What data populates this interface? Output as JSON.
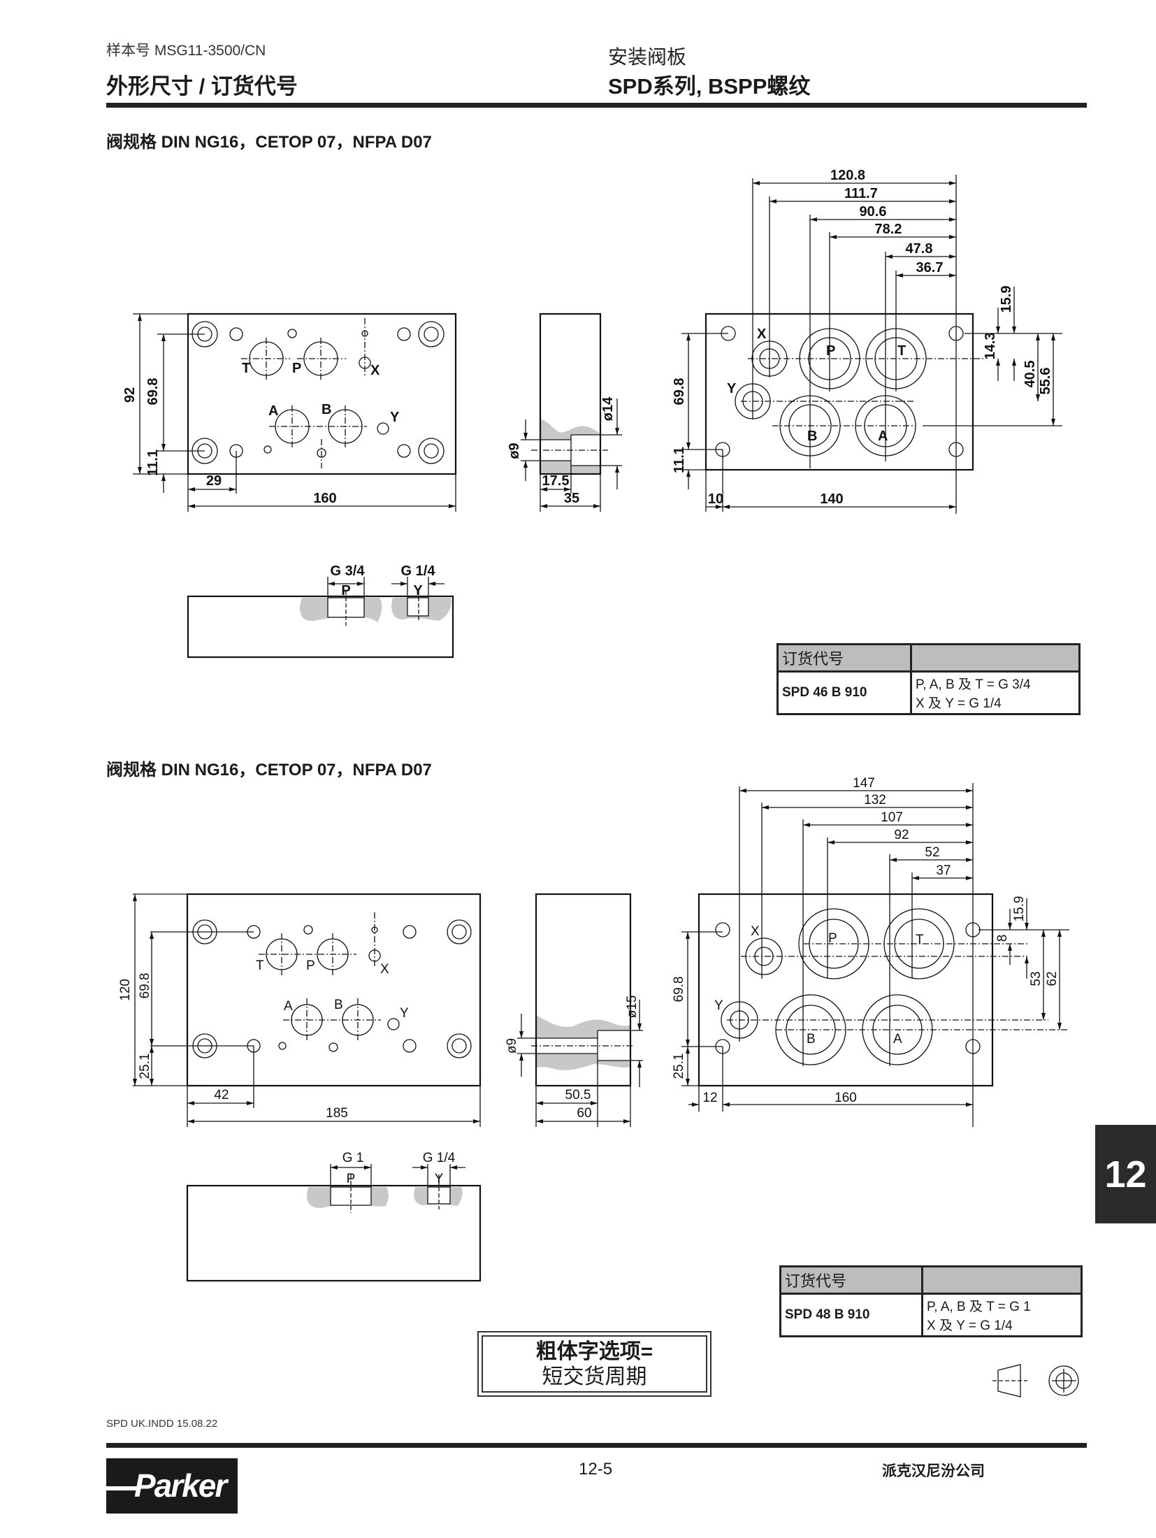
{
  "header": {
    "catalog": "样本号 MSG11-3500/CN",
    "title_left": "外形尺寸 / 订货代号",
    "subtitle_right": "安装阀板",
    "title_right": "SPD系列, BSPP螺纹"
  },
  "ports": {
    "T": "T",
    "P": "P",
    "X": "X",
    "A": "A",
    "B": "B",
    "Y": "Y"
  },
  "section1": {
    "heading": "阀规格 DIN NG16，CETOP 07，NFPA D07",
    "front": {
      "h_total": "92",
      "h_ports": "69.8",
      "h_offset": "11.1",
      "w_offset": "29",
      "w_total": "160"
    },
    "side": {
      "bore": "ø9",
      "counterbore": "ø14",
      "depth": "17.5",
      "width": "35"
    },
    "port_view": {
      "d1": "120.8",
      "d2": "111.7",
      "d3": "90.6",
      "d4": "78.2",
      "d5": "47.8",
      "d6": "36.7",
      "v1": "15.9",
      "v2": "14.3",
      "v3": "40.5",
      "v4": "55.6",
      "h_ports": "69.8",
      "h_offset": "11.1",
      "w_offset": "10",
      "w_span": "140"
    },
    "section_view": {
      "thread_main": "G 3/4",
      "thread_pilot": "G 1/4",
      "port_main": "P",
      "port_pilot": "Y"
    },
    "order": {
      "header": "订货代号",
      "code": "SPD 46 B 910",
      "line1": "P, A, B 及 T = G 3/4",
      "line2": "X 及 Y = G 1/4"
    }
  },
  "section2": {
    "heading": "阀规格 DIN NG16，CETOP 07，NFPA D07",
    "front": {
      "h_total": "120",
      "h_ports": "69.8",
      "h_offset": "25.1",
      "w_offset": "42",
      "w_total": "185"
    },
    "side": {
      "bore": "ø9",
      "counterbore": "ø15",
      "depth": "50.5",
      "width": "60"
    },
    "port_view": {
      "d1": "147",
      "d2": "132",
      "d3": "107",
      "d4": "92",
      "d5": "52",
      "d6": "37",
      "v1": "15.9",
      "v2": "8",
      "v3": "53",
      "v4": "62",
      "h_ports": "69.8",
      "h_offset": "25.1",
      "w_offset": "12",
      "w_span": "160"
    },
    "section_view": {
      "thread_main": "G 1",
      "thread_pilot": "G 1/4",
      "port_main": "P",
      "port_pilot": "Y"
    },
    "order": {
      "header": "订货代号",
      "code": "SPD 48 B 910",
      "line1": "P, A, B 及 T = G 1",
      "line2": "X 及 Y = G 1/4"
    }
  },
  "note": {
    "bold": "粗体字选项=",
    "normal": "短交货周期"
  },
  "tab_number": "12",
  "footer": {
    "file_info": "SPD UK.INDD  15.08.22",
    "page_number": "12-5",
    "company": "派克汉尼汾公司",
    "logo": "Parker"
  }
}
